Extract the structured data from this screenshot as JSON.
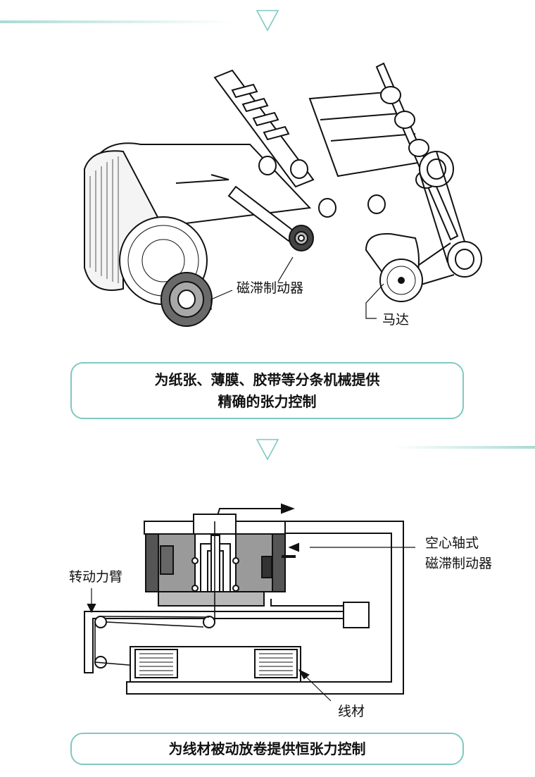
{
  "section1": {
    "brake_label": "磁滞制动器",
    "motor_label": "马达",
    "caption_line1": "为纸张、薄膜、胶带等分条机械提供",
    "caption_line2": "精确的张力控制"
  },
  "section2": {
    "hollow_brake_line1": "空心轴式",
    "hollow_brake_line2": "磁滞制动器",
    "arm_label": "转动力臂",
    "wire_label": "线材",
    "caption": "为线材被动放卷提供恒张力控制"
  },
  "colors": {
    "accent": "#7fc9c2",
    "line": "#111111"
  }
}
